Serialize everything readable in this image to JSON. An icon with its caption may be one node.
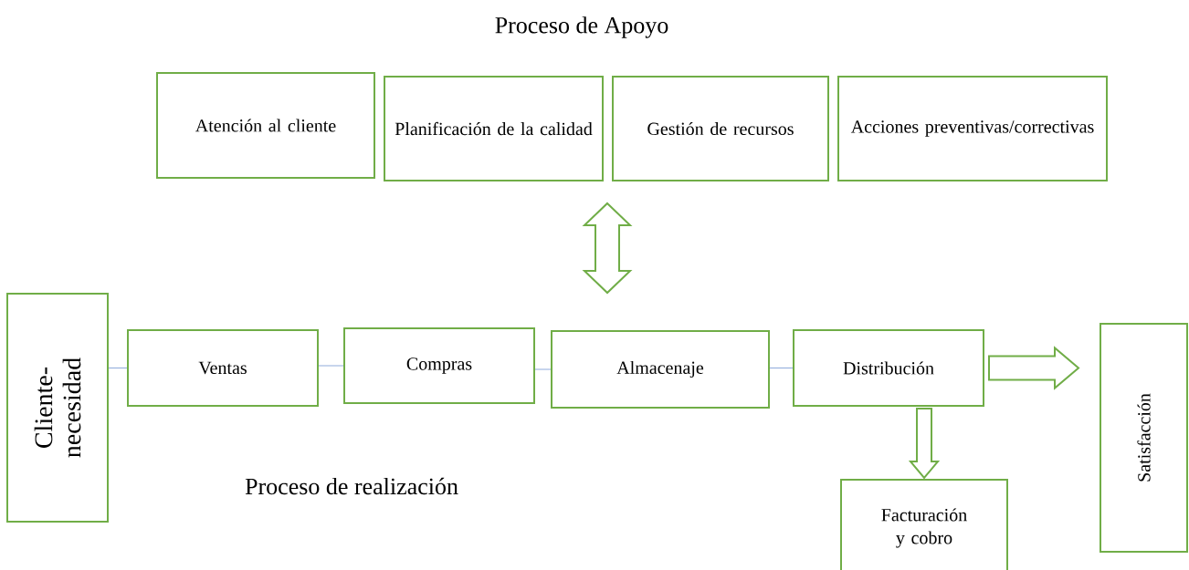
{
  "diagram": {
    "nodes": [
      {
        "text": [
          "Atención al cliente"
        ]
      },
      {
        "text": [
          "Planificación de la calidad"
        ]
      },
      {
        "text": [
          "Gestión de recursos"
        ]
      },
      {
        "text": [
          "Acciones preventivas/correctivas"
        ]
      },
      {
        "text": [
          "Cliente-necesidad"
        ]
      },
      {
        "text": [
          "Ventas"
        ]
      },
      {
        "text": [
          "Compras"
        ]
      },
      {
        "text": [
          "Almacenaje"
        ]
      },
      {
        "text": [
          "Distribución"
        ]
      },
      {
        "text": [
          "Facturación y cobro"
        ]
      },
      {
        "text": [
          "Satisfacción"
        ]
      }
    ],
    "edges": [
      {
        "from": 4,
        "to": 5,
        "arrow": "none"
      },
      {
        "from": 5,
        "to": 6,
        "arrow": "none"
      },
      {
        "from": 6,
        "to": 7,
        "arrow": "none"
      },
      {
        "from": 7,
        "to": 8,
        "arrow": "none"
      },
      {
        "from": 8,
        "to": 10,
        "arrow": "to",
        "style": "thick",
        "color": "#70ad47"
      },
      {
        "from": 8,
        "to": 9,
        "arrow": "to",
        "style": "thick",
        "color": "#70ad47"
      },
      {
        "from": 1,
        "to": 7,
        "arrow": "both",
        "style": "thick",
        "color": "#70ad47"
      }
    ],
    "labels": [
      "Proceso de Apoyo",
      "Proceso de realización"
    ]
  }
}
